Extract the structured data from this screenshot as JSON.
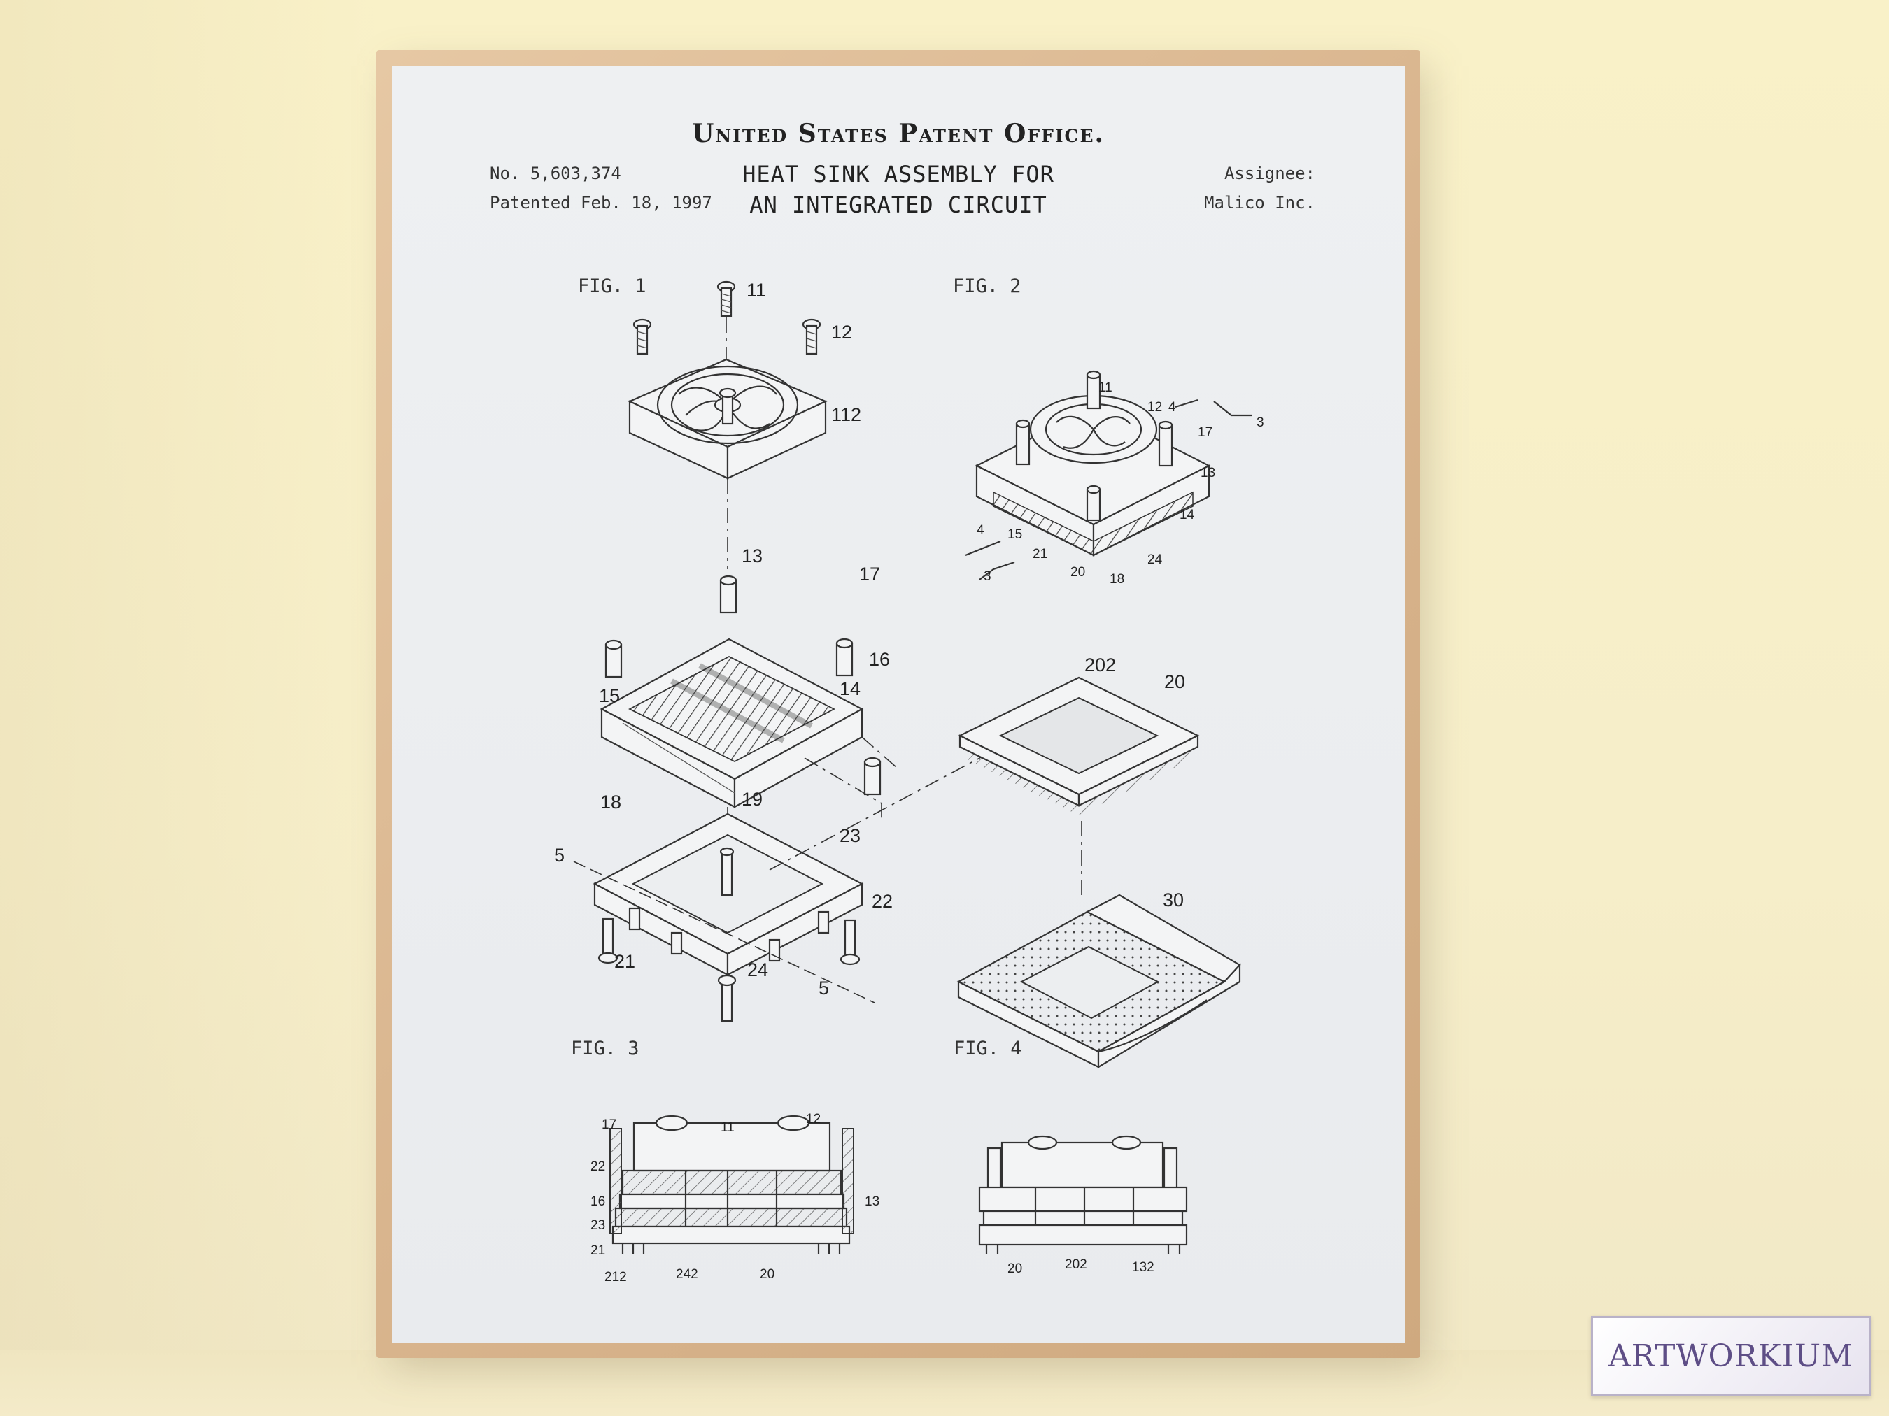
{
  "poster": {
    "office": "United States Patent Office.",
    "patent_no": "No. 5,603,374",
    "patented": "Patented Feb. 18, 1997",
    "title_line1": "HEAT SINK ASSEMBLY FOR",
    "title_line2": "AN INTEGRATED CIRCUIT",
    "assignee_label": "Assignee:",
    "assignee_name": "Malico Inc."
  },
  "figures": {
    "fig1": "FIG. 1",
    "fig2": "FIG. 2",
    "fig3": "FIG. 3",
    "fig4": "FIG. 4"
  },
  "labels": {
    "fig1": [
      "11",
      "12",
      "112",
      "13",
      "17",
      "16",
      "14",
      "15",
      "18",
      "19",
      "23",
      "22",
      "21",
      "24",
      "5",
      "5"
    ],
    "fig2": [
      "11",
      "12",
      "4",
      "3",
      "17",
      "13",
      "14",
      "24",
      "18",
      "20",
      "21",
      "15",
      "4",
      "3",
      "202",
      "20",
      "30"
    ],
    "fig3": [
      "17",
      "11",
      "12",
      "22",
      "16",
      "13",
      "23",
      "21",
      "212",
      "242",
      "20"
    ],
    "fig4": [
      "20",
      "202",
      "132"
    ]
  },
  "watermark": {
    "logo_text": "ARTWORKIUM"
  },
  "colors": {
    "wall": "#f6eec9",
    "frame": "#d9b58e",
    "paper": "#eceef0",
    "ink": "#2a2a2a",
    "logo_text": "#5e4e86"
  }
}
